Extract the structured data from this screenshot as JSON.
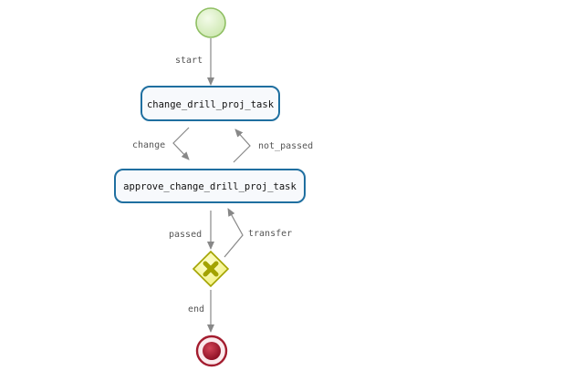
{
  "diagram": {
    "start_event": {
      "icon": "start-event-icon",
      "color": "#9ccc65"
    },
    "tasks": [
      {
        "id": "change_drill_proj_task",
        "label": "change_drill_proj_task"
      },
      {
        "id": "approve_change_drill_proj_task",
        "label": "approve_change_drill_proj_task"
      }
    ],
    "gateway": {
      "type": "exclusive",
      "icon": "exclusive-gateway-icon",
      "color": "#c8c800"
    },
    "end_event": {
      "icon": "end-event-icon",
      "color": "#a31c2e"
    },
    "flows": [
      {
        "id": "start",
        "label": "start",
        "from": "start_event",
        "to": "change_drill_proj_task"
      },
      {
        "id": "change",
        "label": "change",
        "from": "change_drill_proj_task",
        "to": "approve_change_drill_proj_task"
      },
      {
        "id": "not_passed",
        "label": "not_passed",
        "from": "approve_change_drill_proj_task",
        "to": "change_drill_proj_task"
      },
      {
        "id": "passed",
        "label": "passed",
        "from": "approve_change_drill_proj_task",
        "to": "gateway"
      },
      {
        "id": "transfer",
        "label": "transfer",
        "from": "gateway",
        "to": "approve_change_drill_proj_task"
      },
      {
        "id": "end",
        "label": "end",
        "from": "gateway",
        "to": "end_event"
      }
    ],
    "colors": {
      "task_border": "#1f6fa0",
      "task_fill": "#f7f9fc",
      "flow_line": "#888888"
    }
  }
}
